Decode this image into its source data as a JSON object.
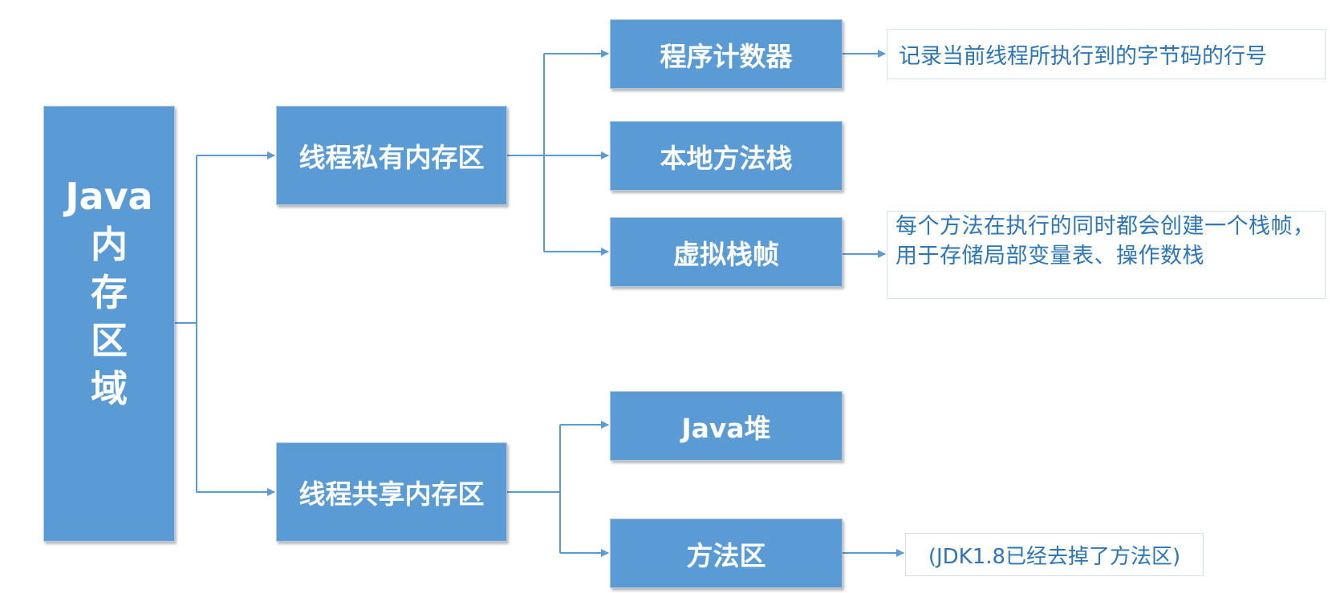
{
  "root": {
    "label_latin": "Java",
    "label_chars": [
      "内",
      "存",
      "区",
      "域"
    ]
  },
  "thread_private": {
    "label": "线程私有内存区",
    "children": {
      "program_counter": {
        "label": "程序计数器",
        "note": "记录当前线程所执行到的字节码的行号"
      },
      "native_method_stack": {
        "label": "本地方法栈"
      },
      "vm_stack_frame": {
        "label": "虚拟栈帧",
        "note": "每个方法在执行的同时都会创建一个栈帧，用于存储局部变量表、操作数栈"
      }
    }
  },
  "thread_shared": {
    "label": "线程共享内存区",
    "children": {
      "java_heap": {
        "label": "Java堆"
      },
      "method_area": {
        "label": "方法区",
        "note": "(JDK1.8已经去掉了方法区)"
      }
    }
  },
  "colors": {
    "box_fill": "#5b9bd5",
    "connector": "#5b9bd5",
    "note_text": "#2e75b6",
    "note_border": "#d6e1f0"
  }
}
